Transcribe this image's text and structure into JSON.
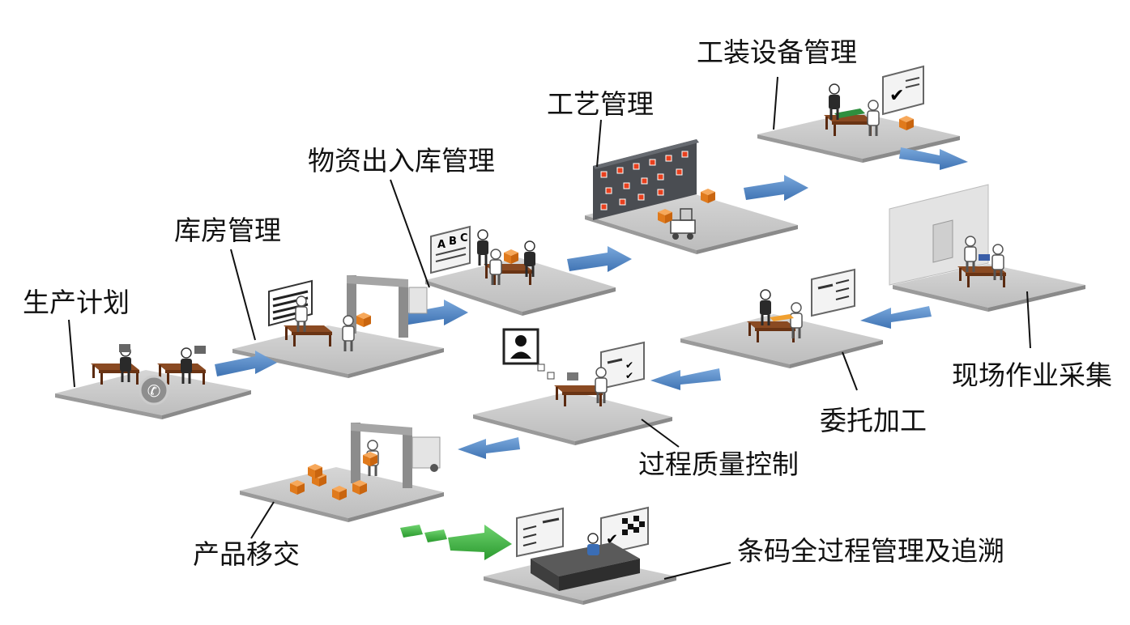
{
  "stations": {
    "production_plan": "生产计划",
    "warehouse_mgmt": "库房管理",
    "material_in_out": "物资出入库管理",
    "process_mgmt": "工艺管理",
    "tooling_mgmt": "工装设备管理",
    "field_collection": "现场作业采集",
    "outsourcing": "委托加工",
    "quality_control": "过程质量控制",
    "product_handover": "产品移交",
    "barcode_trace": "条码全过程管理及追溯"
  },
  "board_letters": [
    "A",
    "B",
    "C"
  ],
  "colors": {
    "platform_top": "#c9c9c9",
    "platform_side": "#9a9a9a",
    "flow_arrow": "#4f86c6",
    "barcode_arrow": "#35b03a",
    "box": "#f08a2c",
    "desk": "#7a3e1a",
    "rack": "#4a4d52",
    "rack_light": "#e8401e"
  }
}
